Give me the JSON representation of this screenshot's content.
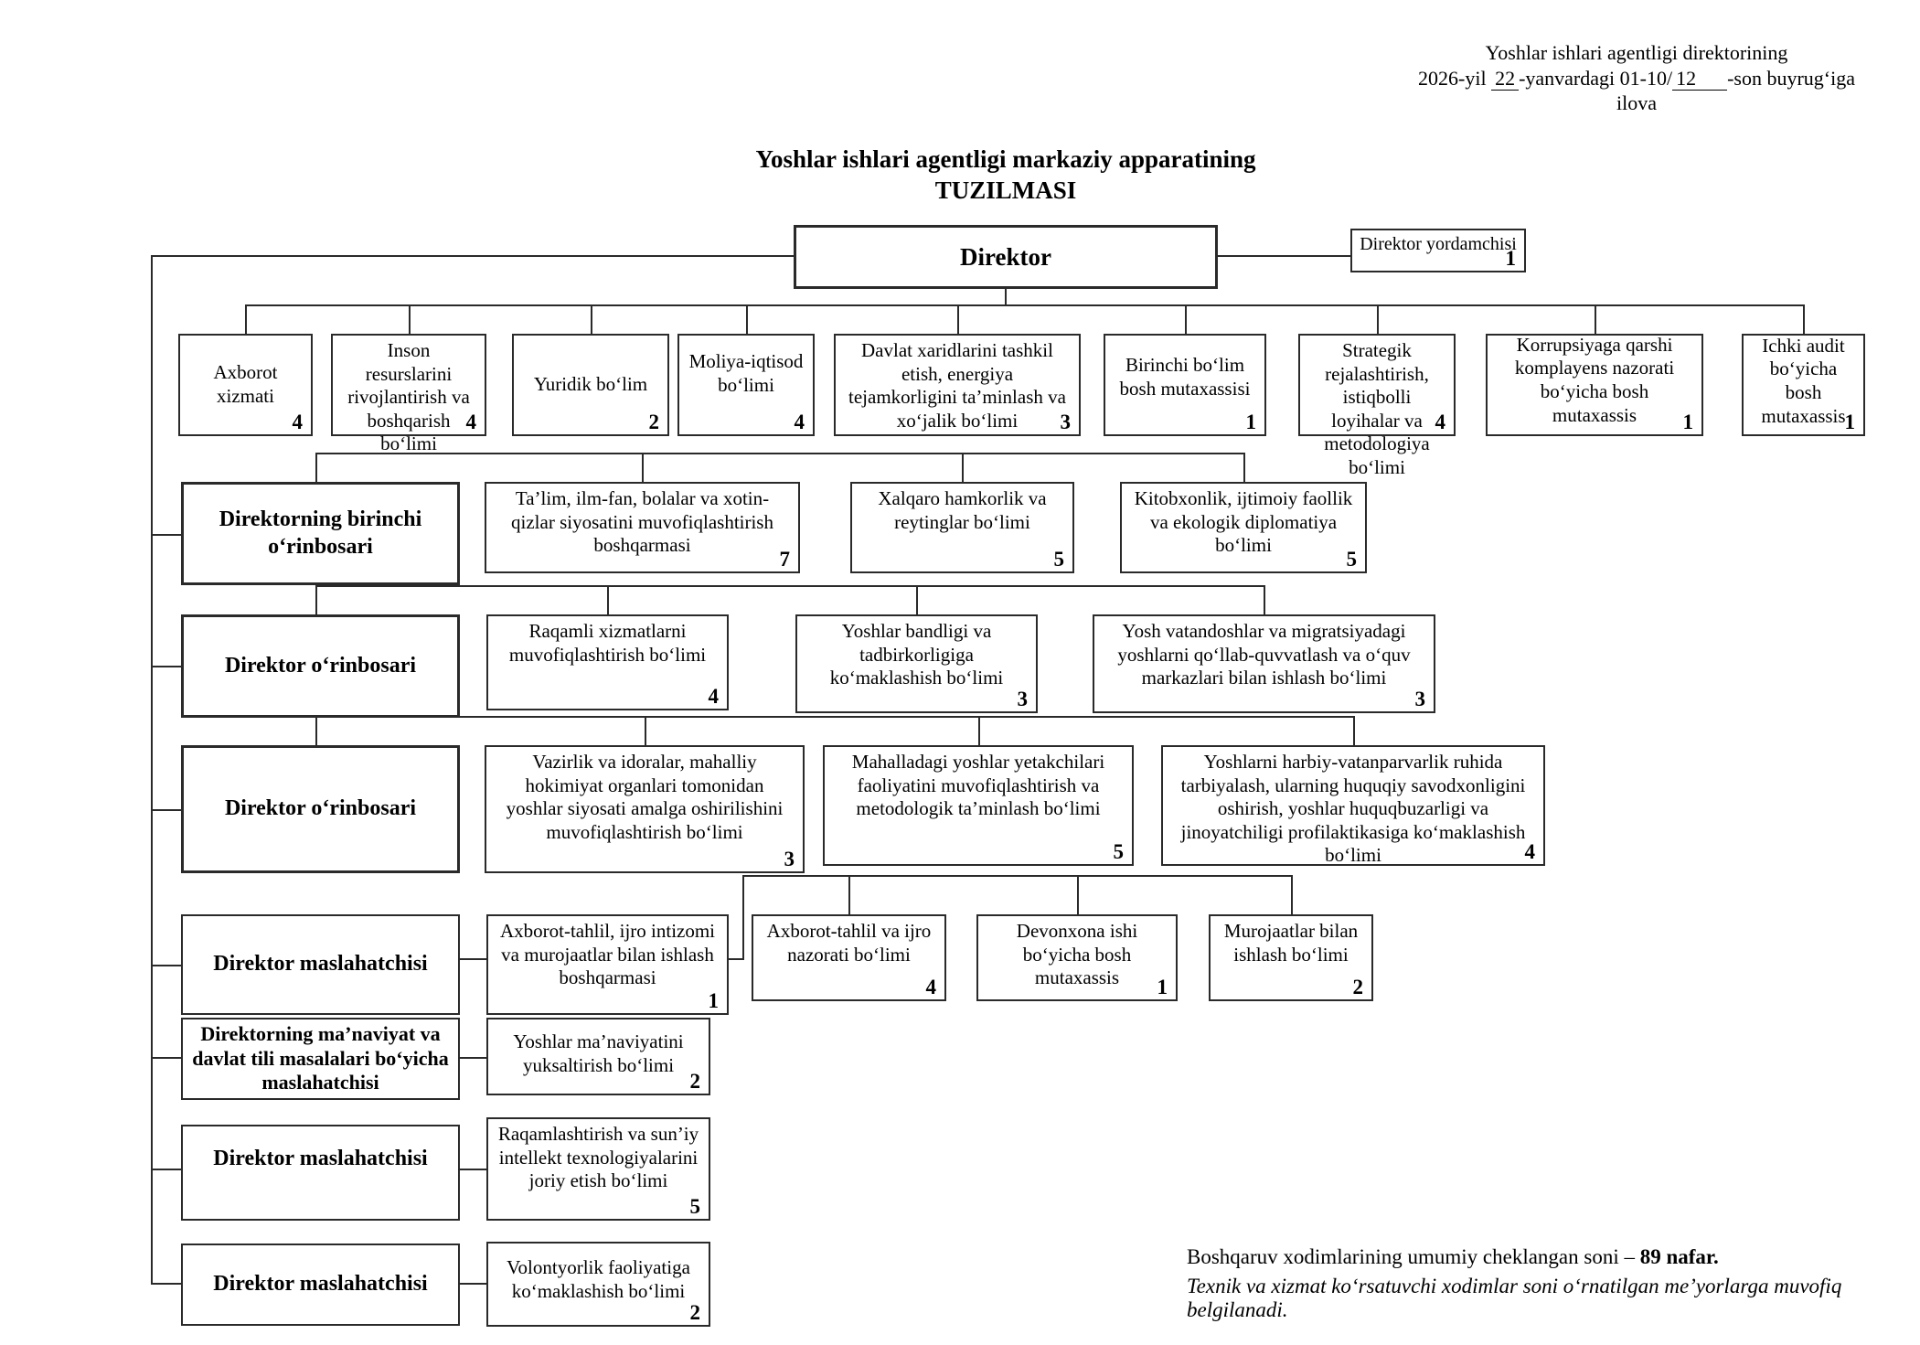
{
  "note": {
    "line1": "Yoshlar ishlari agentligi direktorining",
    "line2_pre": "2026-yil",
    "day": "22",
    "line2_mid": "-yanvardagi 01-10/",
    "num": "12",
    "line2_post": "-son buyrugʻiga",
    "line3": "ilova"
  },
  "title": {
    "line1": "Yoshlar ishlari agentligi markaziy apparatining",
    "line2": "TUZILMASI"
  },
  "director": {
    "label": "Direktor"
  },
  "assistant": {
    "label": "Direktor yordamchisi",
    "count": "1"
  },
  "top_row": [
    {
      "label": "Axborot xizmati",
      "count": "4"
    },
    {
      "label": "Inson resurslarini rivojlantirish va boshqarish boʻlimi",
      "count": "4"
    },
    {
      "label": "Yuridik boʻlim",
      "count": "2"
    },
    {
      "label": "Moliya-iqtisod boʻlimi",
      "count": "4"
    },
    {
      "label": "Davlat xaridlarini tashkil etish, energiya tejamkorligini ta’minlash va xoʻjalik boʻlimi",
      "count": "3"
    },
    {
      "label": "Birinchi boʻlim bosh mutaxassisi",
      "count": "1"
    },
    {
      "label": "Strategik rejalashtirish, istiqbolli loyihalar va metodologiya boʻlimi",
      "count": "4"
    },
    {
      "label": "Korrupsiyaga qarshi komplayens nazorati boʻyicha bosh mutaxassis",
      "count": "1"
    },
    {
      "label": "Ichki audit boʻyicha bosh mutaxassis",
      "count": "1"
    }
  ],
  "row2": {
    "leader": "Direktorning birinchi oʻrinbosari",
    "depts": [
      {
        "label": "Ta’lim, ilm-fan, bolalar va xotin-qizlar siyosatini muvofiqlashtirish boshqarmasi",
        "count": "7"
      },
      {
        "label": "Xalqaro hamkorlik va reytinglar boʻlimi",
        "count": "5"
      },
      {
        "label": "Kitobxonlik, ijtimoiy faollik va ekologik diplomatiya boʻlimi",
        "count": "5"
      }
    ]
  },
  "row3": {
    "leader": "Direktor oʻrinbosari",
    "depts": [
      {
        "label": "Raqamli xizmatlarni muvofiqlashtirish boʻlimi",
        "count": "4"
      },
      {
        "label": "Yoshlar bandligi va tadbirkorligiga koʻmaklashish boʻlimi",
        "count": "3"
      },
      {
        "label": "Yosh vatandoshlar va migratsiyadagi yoshlarni qoʻllab-quvvatlash va oʻquv markazlari bilan ishlash boʻlimi",
        "count": "3"
      }
    ]
  },
  "row4": {
    "leader": "Direktor oʻrinbosari",
    "depts": [
      {
        "label": "Vazirlik va idoralar, mahalliy hokimiyat organlari tomonidan yoshlar siyosati amalga oshirilishini muvofiqlashtirish boʻlimi",
        "count": "3"
      },
      {
        "label": "Mahalladagi yoshlar yetakchilari faoliyatini muvofiqlashtirish va metodologik ta’minlash boʻlimi",
        "count": "5"
      },
      {
        "label": "Yoshlarni harbiy-vatanparvarlik ruhida tarbiyalash, ularning huquqiy savodxonligini oshirish, yoshlar huquqbuzarligi va jinoyatchiligi profilaktikasiga koʻmaklashish boʻlimi",
        "count": "4"
      }
    ]
  },
  "row5": {
    "leader": "Direktor maslahatchisi",
    "main": {
      "label": "Axborot-tahlil, ijro intizomi va murojaatlar bilan ishlash boshqarmasi",
      "count": "1"
    },
    "depts": [
      {
        "label": "Axborot-tahlil va ijro nazorati boʻlimi",
        "count": "4"
      },
      {
        "label": "Devonxona ishi boʻyicha bosh mutaxassis",
        "count": "1"
      },
      {
        "label": "Murojaatlar bilan ishlash boʻlimi",
        "count": "2"
      }
    ]
  },
  "row6": {
    "leader": "Direktorning ma’naviyat va davlat tili masalalari boʻyicha maslahatchisi",
    "dept": {
      "label": "Yoshlar ma’naviyatini yuksaltirish boʻlimi",
      "count": "2"
    }
  },
  "row7": {
    "leader": "Direktor maslahatchisi",
    "dept": {
      "label": "Raqamlashtirish va sun’iy intellekt texnologiyalarini joriy etish boʻlimi",
      "count": "5"
    }
  },
  "row8": {
    "leader": "Direktor maslahatchisi",
    "dept": {
      "label": "Volontyorlik faoliyatiga koʻmaklashish boʻlimi",
      "count": "2"
    }
  },
  "footer": {
    "line1_pre": "Boshqaruv xodimlarining umumiy cheklangan soni – ",
    "line1_bold": "89 nafar.",
    "line2": "Texnik va xizmat koʻrsatuvchi xodimlar soni oʻrnatilgan me’yorlarga muvofiq belgilanadi."
  }
}
